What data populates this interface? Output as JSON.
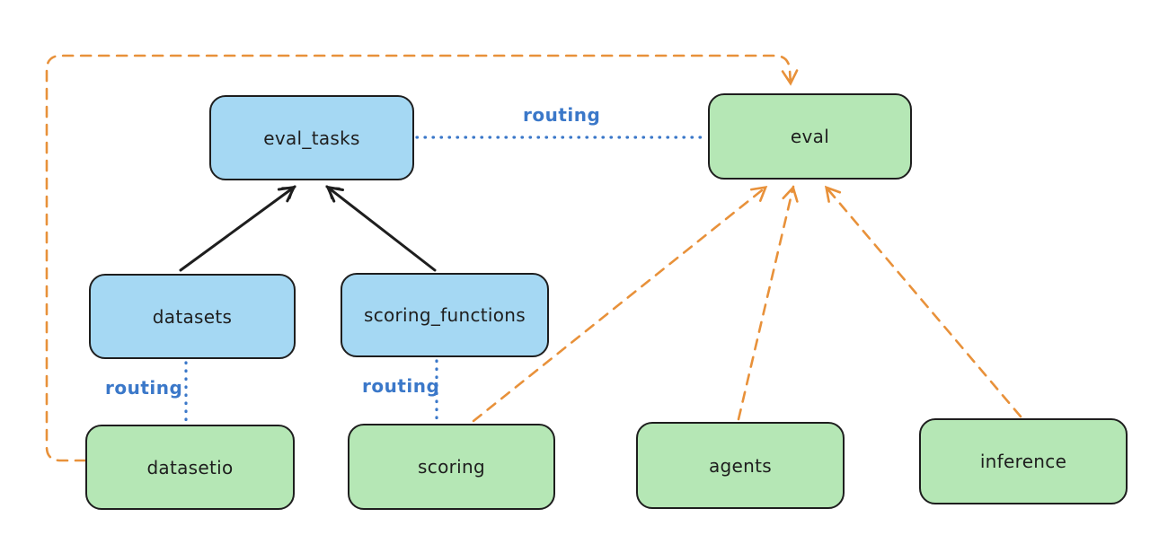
{
  "nodes": {
    "eval_tasks": {
      "label": "eval_tasks",
      "fill": "#a5d8f3"
    },
    "eval": {
      "label": "eval",
      "fill": "#b5e7b5"
    },
    "datasets": {
      "label": "datasets",
      "fill": "#a5d8f3"
    },
    "scoring_functions": {
      "label": "scoring_functions",
      "fill": "#a5d8f3"
    },
    "datasetio": {
      "label": "datasetio",
      "fill": "#b5e7b5"
    },
    "scoring": {
      "label": "scoring",
      "fill": "#b5e7b5"
    },
    "agents": {
      "label": "agents",
      "fill": "#b5e7b5"
    },
    "inference": {
      "label": "inference",
      "fill": "#b5e7b5"
    }
  },
  "edges": [
    {
      "from": "eval_tasks",
      "to": "eval",
      "style": "dotted-blue",
      "label": "routing"
    },
    {
      "from": "datasets",
      "to": "eval_tasks",
      "style": "solid-black-arrow",
      "label": ""
    },
    {
      "from": "scoring_functions",
      "to": "eval_tasks",
      "style": "solid-black-arrow",
      "label": ""
    },
    {
      "from": "datasets",
      "to": "datasetio",
      "style": "dotted-blue",
      "label": "routing"
    },
    {
      "from": "scoring_functions",
      "to": "scoring",
      "style": "dotted-blue",
      "label": "routing"
    },
    {
      "from": "datasetio",
      "to": "eval",
      "style": "dashed-orange-arrow",
      "label": ""
    },
    {
      "from": "scoring",
      "to": "eval",
      "style": "dashed-orange-arrow",
      "label": ""
    },
    {
      "from": "agents",
      "to": "eval",
      "style": "dashed-orange-arrow",
      "label": ""
    },
    {
      "from": "inference",
      "to": "eval",
      "style": "dashed-orange-arrow",
      "label": ""
    }
  ],
  "colors": {
    "background": "#ffffff",
    "node_border": "#1e1e1e",
    "blue_fill": "#a5d8f3",
    "green_fill": "#b5e7b5",
    "black_arrow": "#1e1e1e",
    "orange_dashed": "#e8913a",
    "routing_blue": "#3b78c9"
  }
}
